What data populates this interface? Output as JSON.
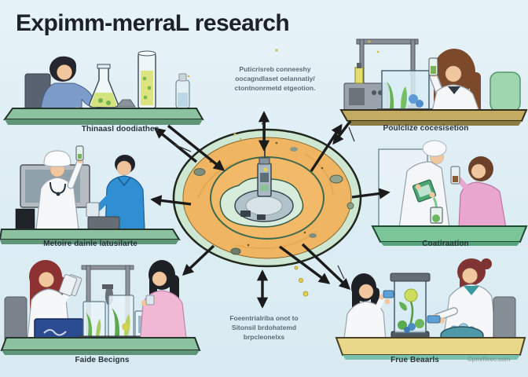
{
  "title": "Expimm-merraL research",
  "watermark": "©pmrfteec.com",
  "notes": {
    "top": [
      "Puticrisreb conneeshy",
      "oocagndlaset oelannatiy/",
      "ctontnonrmetd etgeotion."
    ],
    "bottom": [
      "Foeentrialriba onot to",
      "Sitonsil brdohatemd",
      "brpcleonelxs"
    ]
  },
  "scenes": [
    {
      "id": "top-left",
      "caption": "Thinaasl doodiathes",
      "description": "woman in blue at green desk with erlenmeyer flask, graduated cylinder and bottle"
    },
    {
      "id": "top-right",
      "caption": "Poulclize cocesisetion",
      "description": "woman in lab coat raising a tube beside a plant tank, stand and instrument"
    },
    {
      "id": "mid-left",
      "caption": "Metoire dainle latusilarte",
      "description": "doctor with cap raising a tube next to monitor, man in blue scrubs at desk"
    },
    {
      "id": "mid-right",
      "caption": "Coatiraation",
      "description": "man in lab coat pouring green reagent, woman in pink holding a sample tube"
    },
    {
      "id": "bottom-left",
      "caption": "Faide Becigns",
      "description": "red-haired researcher with cards, stand with plant beakers, woman in pink cardigan"
    },
    {
      "id": "bottom-right",
      "caption": "Frue Beaarls",
      "description": "two researchers around a tall plant terrarium and a teal specimen bowl"
    }
  ],
  "hub": {
    "name": "central-specimen-dish",
    "description": "top-down orange circular dish with green rim and central sample tube; black arrows radiate to and from every scene"
  },
  "colors": {
    "background": "#dfeef6",
    "title": "#1d2129",
    "arrow": "#1b1b1b",
    "dish_orange": "#f0b562",
    "dish_rim_green": "#cde7d2",
    "desk_green": "#8cc29f",
    "desk_tan": "#c3ac62",
    "caption": "#28343b",
    "note_text": "#5c6c76"
  }
}
